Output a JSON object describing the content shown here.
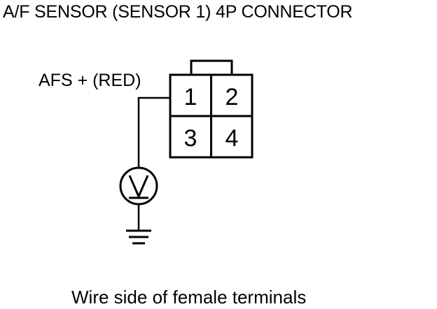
{
  "diagram": {
    "title": "A/F SENSOR (SENSOR 1) 4P CONNECTOR",
    "wire_label": "AFS +  (RED)",
    "caption": "Wire side of female terminals",
    "connector": {
      "pins": [
        "1",
        "2",
        "3",
        "4"
      ]
    },
    "meter_symbol": "V",
    "colors": {
      "line": "#000000",
      "background": "#ffffff"
    },
    "icons": [
      "voltmeter-icon",
      "ground-icon"
    ]
  }
}
